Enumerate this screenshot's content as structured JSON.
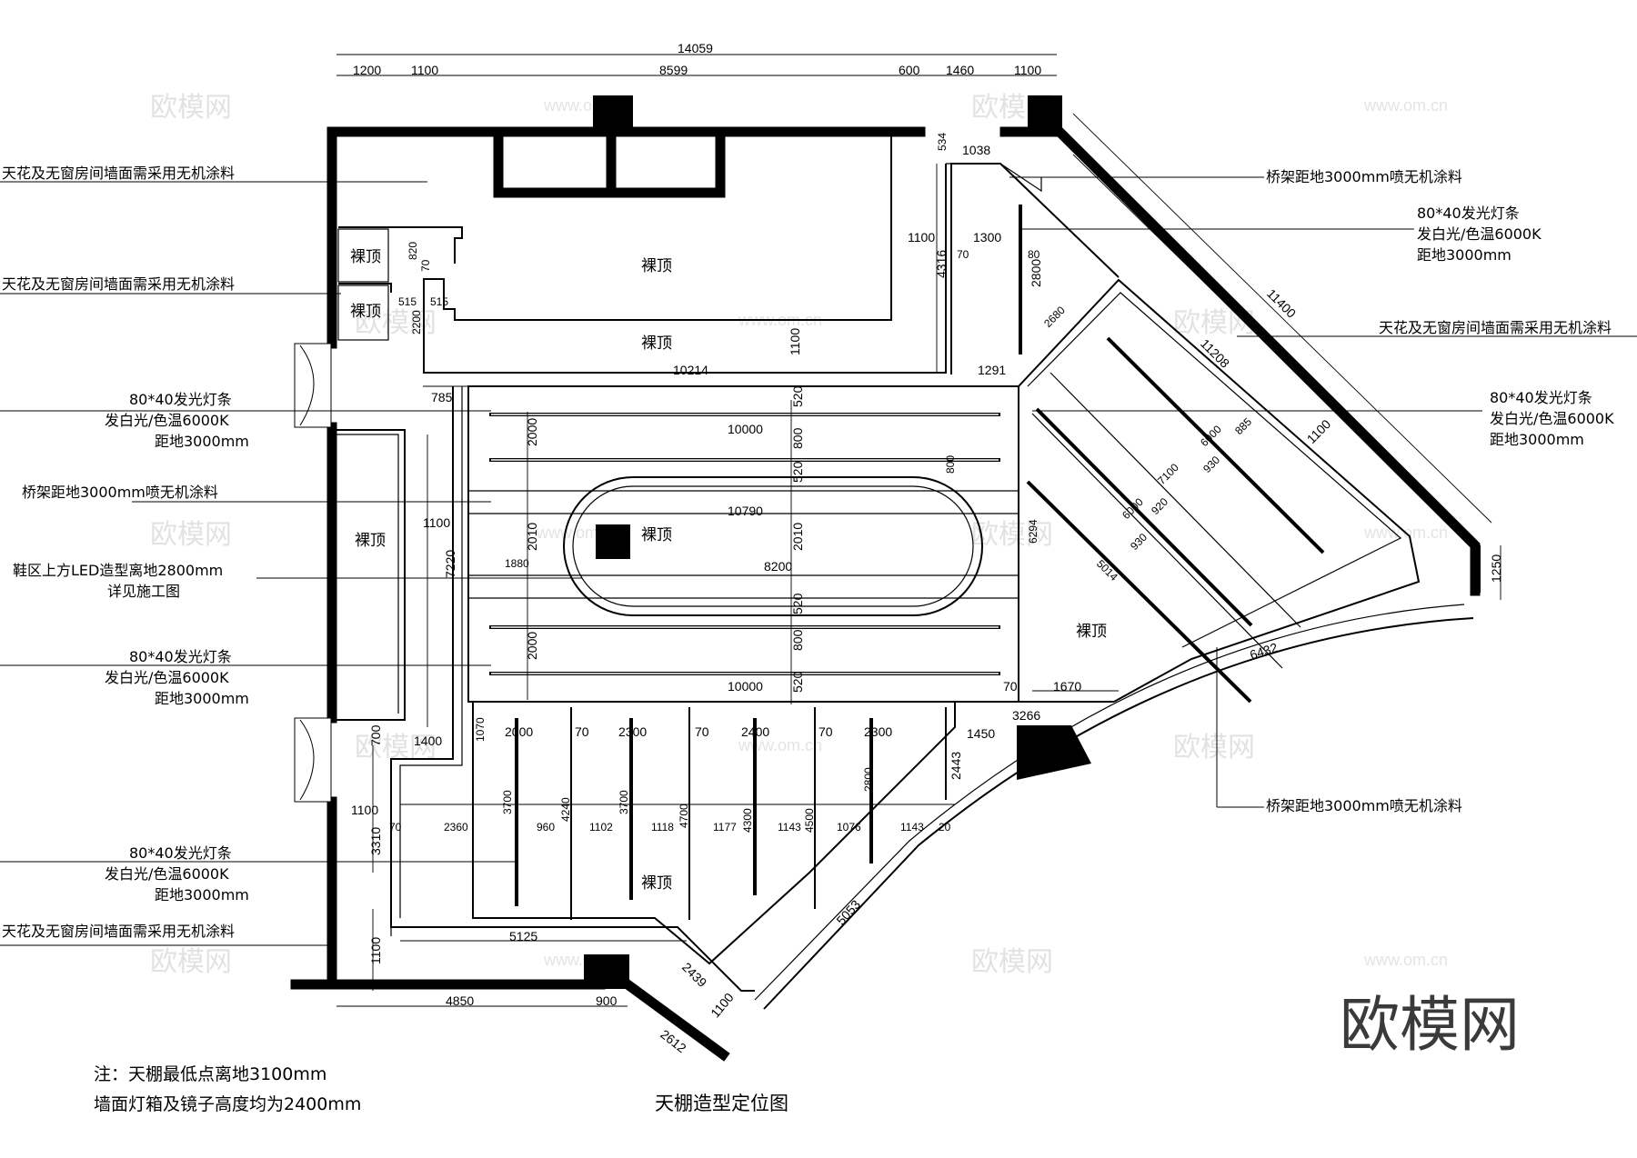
{
  "drawing": {
    "title": "天棚造型定位图",
    "notes": [
      "注：天棚最低点离地3100mm",
      "墙面灯箱及镜子高度均为2400mm"
    ],
    "watermark": "欧模网",
    "watermark_url": "www.om.cn",
    "logo": "欧模网"
  },
  "room_labels": {
    "bare_ceiling": "裸顶"
  },
  "annotations": {
    "paint": "天花及无窗房间墙面需采用无机涂料",
    "bridge": "桥架距地3000mm喷无机涂料",
    "light_strip": [
      "80*40发光灯条",
      "发白光/色温6000K",
      "距地3000mm"
    ],
    "shoe_led": [
      "鞋区上方LED造型离地2800mm",
      "详见施工图"
    ]
  },
  "dimensions": {
    "total_top": "14059",
    "top_chain": [
      "1200",
      "1100",
      "8599",
      "600",
      "1460",
      "1100"
    ],
    "bottom_chain": [
      "4850",
      "900"
    ],
    "diag_bottom": "2612",
    "left_side": [
      "820",
      "2200",
      "7220",
      "700",
      "3310",
      "1100"
    ],
    "top_room": [
      "70",
      "515",
      "515",
      "1100",
      "1100",
      "70",
      "1300",
      "80",
      "2800",
      "4316",
      "534",
      "1038",
      "2680"
    ],
    "center": [
      "10214",
      "1291",
      "785",
      "10000",
      "10790",
      "8200",
      "10000",
      "1880",
      "70",
      "1670",
      "1100"
    ],
    "center_vertical": [
      "520",
      "800",
      "520",
      "2010",
      "2010",
      "520",
      "800",
      "520",
      "2000",
      "2000",
      "800"
    ],
    "right_zone": [
      "11400",
      "11208",
      "1100",
      "6000",
      "885",
      "7100",
      "930",
      "920",
      "6000",
      "930",
      "5014",
      "6294",
      "1250",
      "6432",
      "3266",
      "1450",
      "2443"
    ],
    "lower_zone": [
      "1400",
      "1070",
      "2000",
      "70",
      "2300",
      "70",
      "2400",
      "70",
      "2300",
      "3700",
      "4240",
      "3700",
      "4700",
      "4300",
      "4500",
      "2800",
      "70",
      "2360",
      "960",
      "1102",
      "1118",
      "1177",
      "1143",
      "1076",
      "1143",
      "20",
      "1100",
      "5125",
      "2439",
      "1100",
      "5053"
    ]
  }
}
